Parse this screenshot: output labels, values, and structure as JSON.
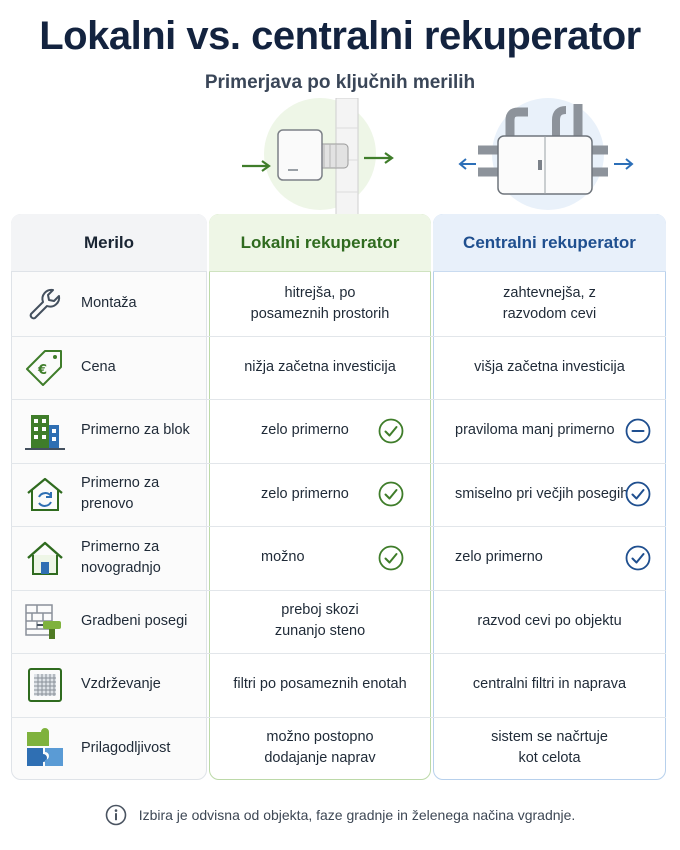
{
  "title": "Lokalni vs. centralni rekuperator",
  "subtitle": "Primerjava po ključnih merilih",
  "headers": {
    "merilo": "Merilo",
    "lokalni": "Lokalni rekuperator",
    "centralni": "Centralni rekuperator"
  },
  "rows": [
    {
      "icon": "wrench-icon",
      "criterion": "Montaža",
      "lokalni": "hitrejša, po\nposameznih prostorih",
      "centralni": "zahtevnejša, z\nrazvodom cevi",
      "lokalni_status": "",
      "centralni_status": ""
    },
    {
      "icon": "price-tag-euro-icon",
      "criterion": "Cena",
      "lokalni": "nižja začetna investicija",
      "centralni": "višja začetna investicija",
      "lokalni_status": "",
      "centralni_status": ""
    },
    {
      "icon": "apartment-building-icon",
      "criterion": "Primerno za blok",
      "lokalni": "zelo primerno",
      "centralni": "praviloma manj primerno",
      "lokalni_status": "check",
      "centralni_status": "minus"
    },
    {
      "icon": "house-renovation-icon",
      "criterion": "Primerno za prenovo",
      "lokalni": "zelo primerno",
      "centralni": "smiselno pri večjih posegih",
      "lokalni_status": "check",
      "centralni_status": "check"
    },
    {
      "icon": "house-icon",
      "criterion": "Primerno za novogradnjo",
      "lokalni": "možno",
      "centralni": "zelo primerno",
      "lokalni_status": "check",
      "centralni_status": "check"
    },
    {
      "icon": "brick-wall-drill-icon",
      "criterion": "Gradbeni posegi",
      "lokalni": "preboj skozi\nzunanjo steno",
      "centralni": "razvod cevi po objektu",
      "lokalni_status": "",
      "centralni_status": ""
    },
    {
      "icon": "filter-icon",
      "criterion": "Vzdrževanje",
      "lokalni": "filtri po posameznih enotah",
      "centralni": "centralni filtri in naprava",
      "lokalni_status": "",
      "centralni_status": ""
    },
    {
      "icon": "puzzle-icon",
      "criterion": "Prilagodljivost",
      "lokalni": "možno postopno\ndodajanje naprav",
      "centralni": "sistem se načrtuje\nkot celota",
      "lokalni_status": "",
      "centralni_status": ""
    }
  ],
  "footer": "Izbira je odvisna od objekta, faze gradnje in želenega načina vgradnje.",
  "colors": {
    "lokalni_accent": "#3f7d2a",
    "centralni_accent": "#1f4f8f",
    "title": "#13233f"
  }
}
